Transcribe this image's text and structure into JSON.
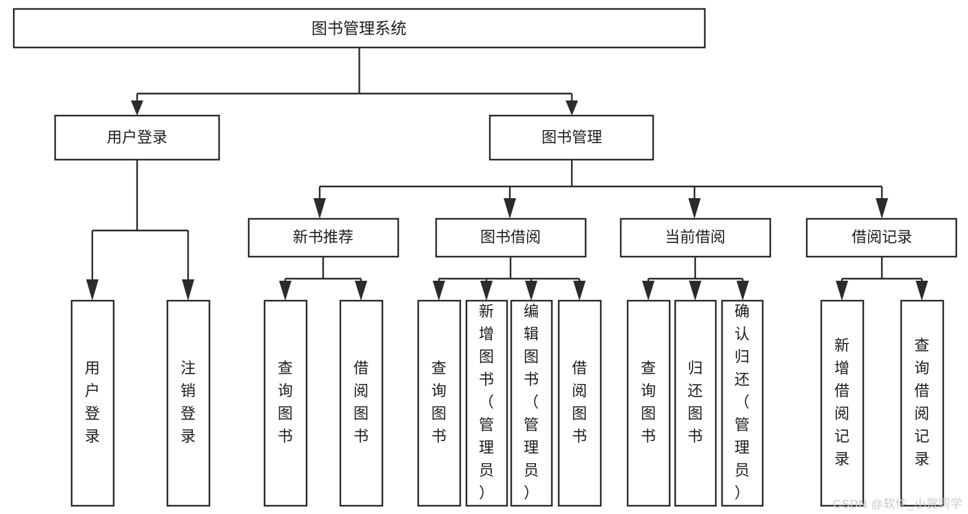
{
  "diagram": {
    "title": "图书管理系统",
    "type": "tree-hierarchy",
    "watermark": "CSDN @软件_小贺同学",
    "colors": {
      "stroke": "#2b2b2b",
      "fill": "#ffffff",
      "text": "#1d1d1d",
      "watermark": "#c9c9c9",
      "background": "#ffffff"
    },
    "root": {
      "label": "图书管理系统"
    },
    "level2": [
      {
        "label": "用户登录"
      },
      {
        "label": "图书管理"
      }
    ],
    "level3": [
      {
        "label": "新书推荐"
      },
      {
        "label": "图书借阅"
      },
      {
        "label": "当前借阅"
      },
      {
        "label": "借阅记录"
      }
    ],
    "leaves": {
      "user_login": [
        {
          "label": "用户登录"
        },
        {
          "label": "注销登录"
        }
      ],
      "new_book_recommend": [
        {
          "label": "查询图书"
        },
        {
          "label": "借阅图书"
        }
      ],
      "book_borrow": [
        {
          "label": "查询图书"
        },
        {
          "label": "新增图书（管理员）"
        },
        {
          "label": "编辑图书（管理员）"
        },
        {
          "label": "借阅图书"
        }
      ],
      "current_borrow": [
        {
          "label": "查询图书"
        },
        {
          "label": "归还图书"
        },
        {
          "label": "确认归还（管理员）"
        }
      ],
      "borrow_record": [
        {
          "label": "新增借阅记录"
        },
        {
          "label": "查询借阅记录"
        }
      ]
    }
  }
}
